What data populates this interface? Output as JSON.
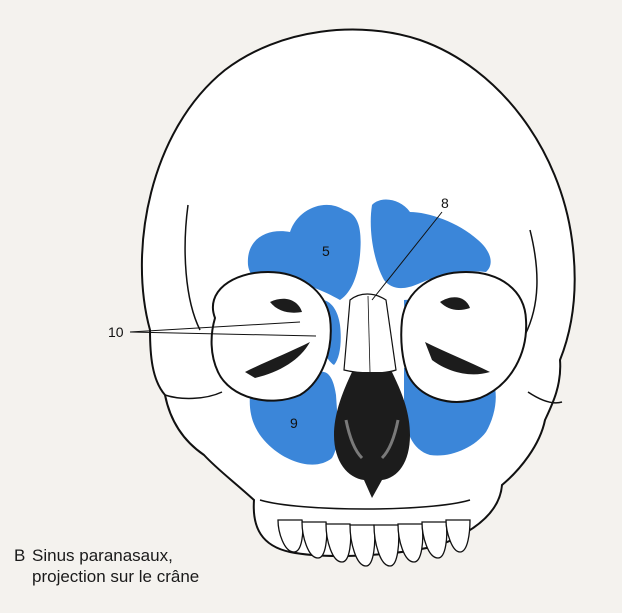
{
  "figure": {
    "labels": {
      "frontal_sinus": "5",
      "ethmoid_cells": "8",
      "maxillary_sinus": "9",
      "leader_group": "10"
    },
    "colors": {
      "sinus_fill": "#3b86d9",
      "bone_outline": "#111111",
      "background": "#f4f2ee",
      "nasal_cavity": "#1c1c1c"
    }
  },
  "caption": {
    "letter": "B",
    "line1": "Sinus paranasaux,",
    "line2": "projection sur le crâne"
  }
}
